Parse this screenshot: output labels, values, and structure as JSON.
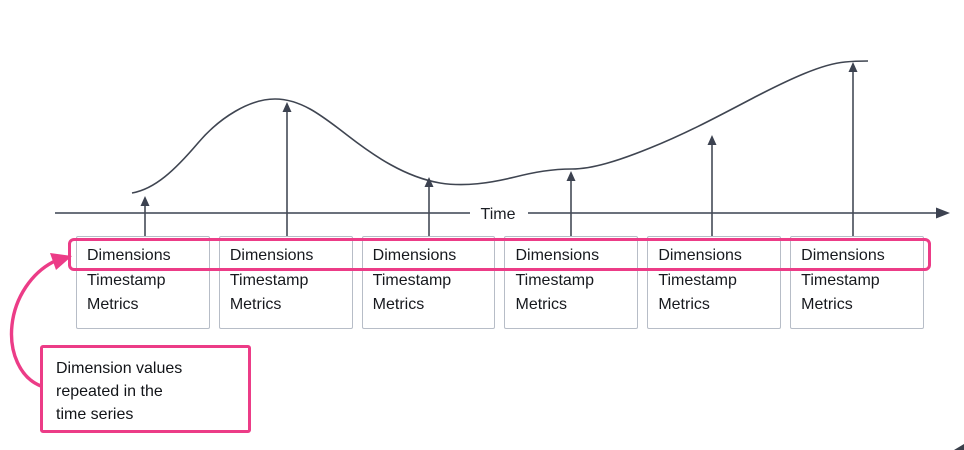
{
  "axis": {
    "label": "Time"
  },
  "records": [
    {
      "dimensions": "Dimensions",
      "timestamp": "Timestamp",
      "metrics": "Metrics"
    },
    {
      "dimensions": "Dimensions",
      "timestamp": "Timestamp",
      "metrics": "Metrics"
    },
    {
      "dimensions": "Dimensions",
      "timestamp": "Timestamp",
      "metrics": "Metrics"
    },
    {
      "dimensions": "Dimensions",
      "timestamp": "Timestamp",
      "metrics": "Metrics"
    },
    {
      "dimensions": "Dimensions",
      "timestamp": "Timestamp",
      "metrics": "Metrics"
    },
    {
      "dimensions": "Dimensions",
      "timestamp": "Timestamp",
      "metrics": "Metrics"
    }
  ],
  "callout": {
    "lines": [
      "Dimension values",
      "repeated in the",
      "time series"
    ]
  },
  "colors": {
    "accent_pink": "#ec3c87",
    "curve_line": "#3f4551",
    "axis_line": "#565d69",
    "box_border": "#b7bdc7",
    "text": "#17191e"
  }
}
